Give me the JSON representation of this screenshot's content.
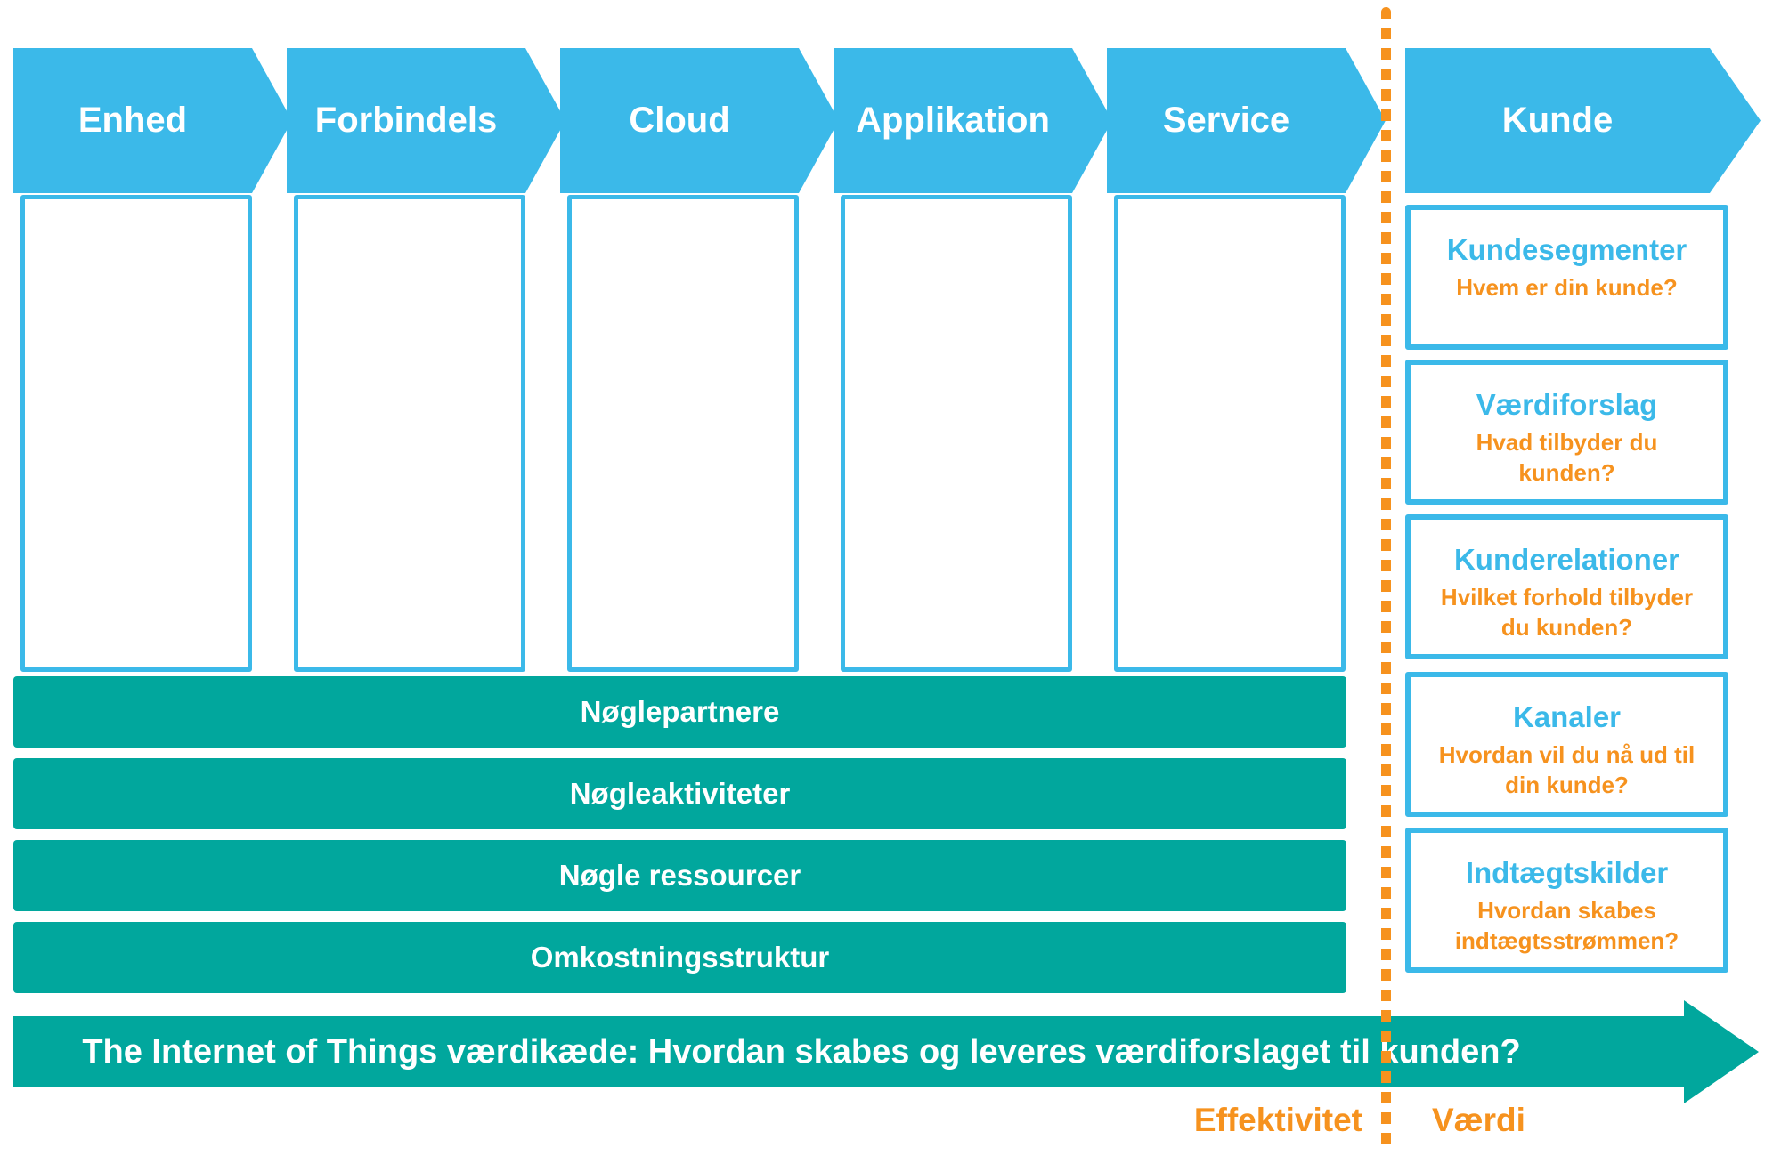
{
  "colors": {
    "blue": "#3BB9E9",
    "teal": "#01A79D",
    "orange": "#F6921E",
    "background": "#FFFFFF"
  },
  "chain": {
    "columns": [
      {
        "label": "Enhed"
      },
      {
        "label": "Forbindels"
      },
      {
        "label": "Cloud"
      },
      {
        "label": "Applikation"
      },
      {
        "label": "Service"
      }
    ],
    "kunde": {
      "label": "Kunde"
    }
  },
  "rows": [
    {
      "label": "Nøglepartnere"
    },
    {
      "label": "Nøgleaktiviteter"
    },
    {
      "label": "Nøgle ressourcer"
    },
    {
      "label": "Omkostningsstruktur"
    }
  ],
  "bottom_arrow": {
    "label": "The Internet of Things værdikæde: Hvordan skabes og leveres værdiforslaget til kunden?"
  },
  "kunde_boxes": [
    {
      "title": "Kundesegmenter",
      "subtitle": "Hvem er din kunde?"
    },
    {
      "title": "Værdiforslag",
      "subtitle": "Hvad tilbyder du kunden?"
    },
    {
      "title": "Kunderelationer",
      "subtitle": "Hvilket forhold tilbyder du kunden?"
    },
    {
      "title": "Kanaler",
      "subtitle": "Hvordan vil du nå ud til din kunde?"
    },
    {
      "title": "Indtægtskilder",
      "subtitle": "Hvordan skabes indtægtsstrømmen?"
    }
  ],
  "footer": {
    "left": "Effektivitet",
    "right": "Værdi"
  }
}
